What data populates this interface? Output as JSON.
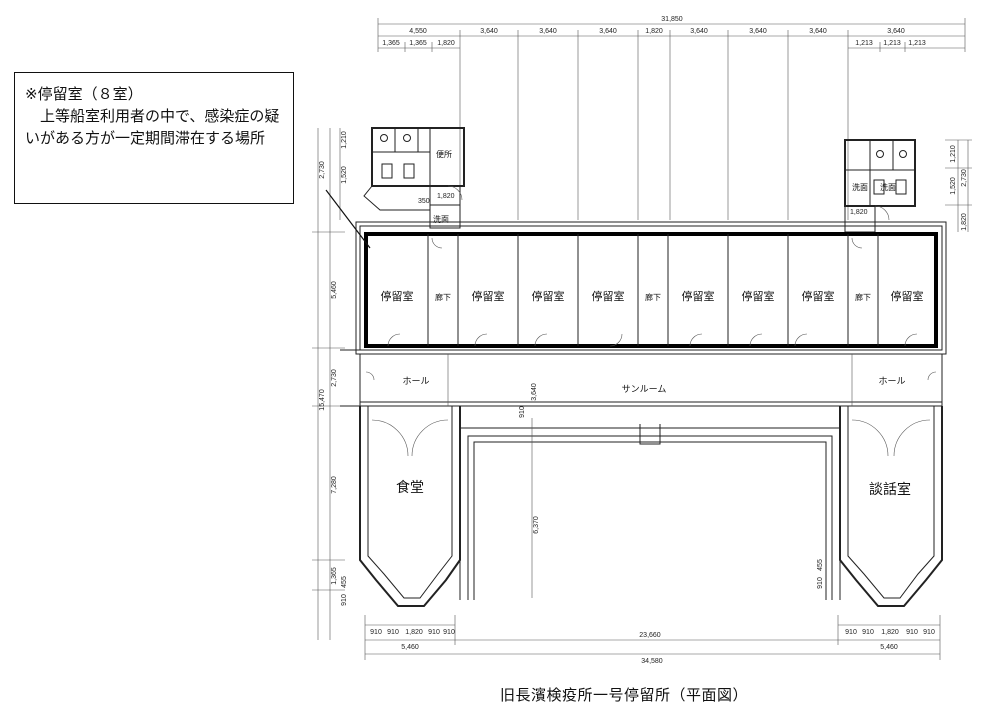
{
  "callout": {
    "title": "※停留室（８室）",
    "body": "上等船室利用者の中で、感染症の疑いがある方が一定期間滞在する場所"
  },
  "caption": "旧長濱検疫所一号停留所（平面図）",
  "rooms": {
    "stay": "停留室",
    "corridor": "廊下",
    "hall": "ホール",
    "sunroom": "サンルーム",
    "dining": "食堂",
    "lounge": "談話室",
    "toilet": "便所",
    "washroom": "洗面"
  },
  "dimensions": {
    "top_total": "31,850",
    "top_segments": [
      "4,550",
      "3,640",
      "3,640",
      "3,640",
      "1,820",
      "3,640",
      "3,640",
      "3,640",
      "3,640"
    ],
    "top_sub_left": [
      "1,365",
      "1,365",
      "1,820"
    ],
    "top_sub_right": [
      "1,213",
      "1,213",
      "1,213"
    ],
    "bottom_total": "34,580",
    "bottom_mid": "23,660",
    "bottom_left": "5,460",
    "bottom_right": "5,460",
    "bottom_sub_left": [
      "910",
      "910",
      "1,820",
      "910",
      "910"
    ],
    "bottom_sub_right": [
      "910",
      "910",
      "1,820",
      "910",
      "910"
    ],
    "left_total": "15,470",
    "left_segments": [
      "5,460",
      "2,730",
      "7,280",
      "1,365"
    ],
    "left_sub_top": [
      "1,210",
      "1,520",
      "2,730"
    ],
    "left_sub_bottom": [
      "910",
      "455"
    ],
    "right_sub_top": [
      "1,210",
      "1,520",
      "2,730"
    ],
    "right_1820": "1,820",
    "right_sub_bottom": [
      "910",
      "455"
    ],
    "top_toilet_dims": [
      "1,820",
      "350",
      "1,820"
    ],
    "mid_3640": "3,640",
    "mid_910": "910",
    "mid_6370": "6,370"
  }
}
